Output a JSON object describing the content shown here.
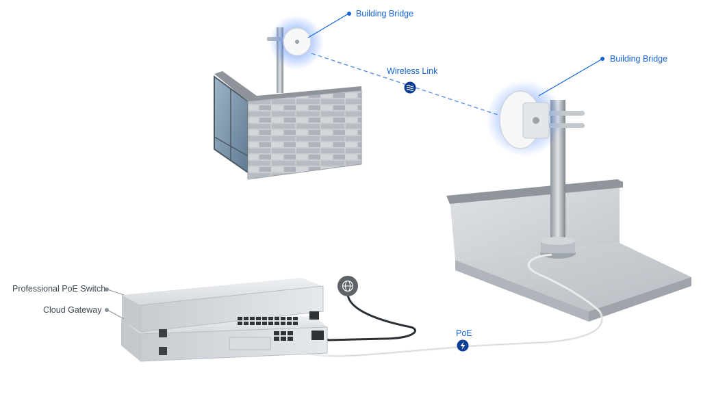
{
  "labels": {
    "bridge_left": "Building Bridge",
    "bridge_right": "Building Bridge",
    "wireless_link": "Wireless Link",
    "poe": "PoE",
    "poe_switch": "Professional PoE Switch",
    "cloud_gateway": "Cloud Gateway"
  },
  "icons": {
    "wireless": "wireless-link-icon",
    "poe": "lightning-bolt-icon",
    "internet": "globe-icon"
  },
  "colors": {
    "accent": "#1565d8",
    "label_grey": "#3c4654",
    "glow": "#3d7bff"
  }
}
